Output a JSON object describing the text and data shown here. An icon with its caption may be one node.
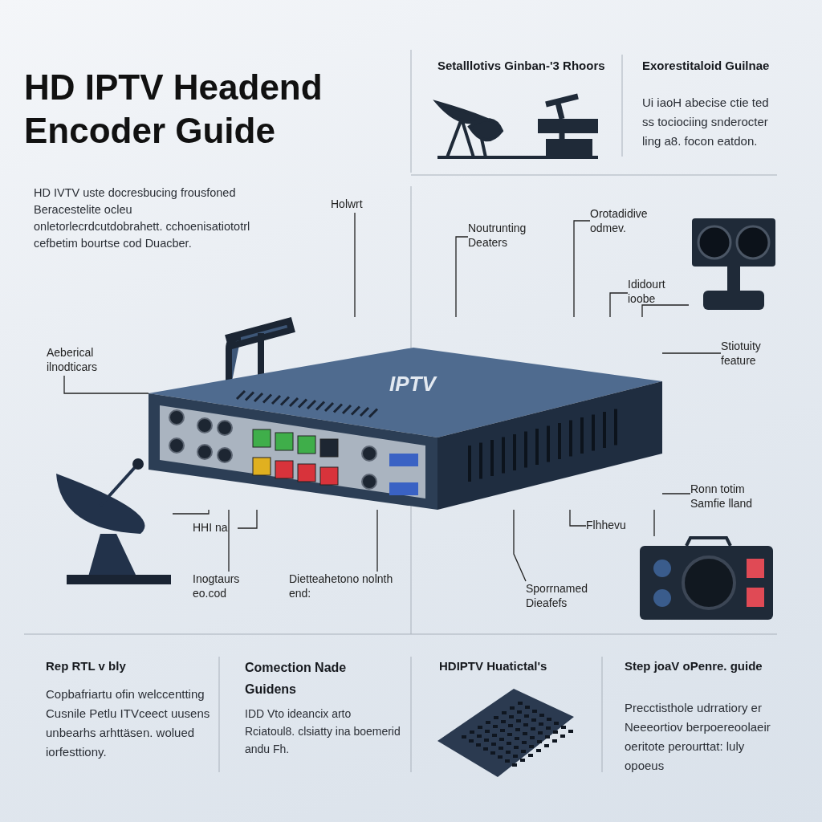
{
  "diagram": {
    "title": "HD IPTV Headend Encoder Guide",
    "nodes": [
      {
        "text": [
          "IPTV"
        ]
      },
      {
        "text": [
          "Holwrt"
        ]
      },
      {
        "text": [
          "Noutrunting Deaters"
        ]
      },
      {
        "text": [
          "Orotadidive odmev."
        ]
      },
      {
        "text": [
          "Ididourt ioobe"
        ]
      },
      {
        "text": [
          "Stiotuity feature"
        ]
      },
      {
        "text": [
          "Aeberical ilnodticars"
        ]
      },
      {
        "text": [
          "HHI na"
        ]
      },
      {
        "text": [
          "Flhhevu"
        ]
      },
      {
        "text": [
          "Ronn totim Samfie lland"
        ]
      },
      {
        "text": [
          "Inogtaurs eo.cod"
        ]
      },
      {
        "text": [
          "Dietteahetono nolnth end:"
        ]
      },
      {
        "text": [
          "Sporrnamed Dieafefs"
        ]
      },
      {
        "text": [],
        "shape": "picture"
      },
      {
        "text": [],
        "shape": "picture"
      },
      {
        "text": [],
        "shape": "picture"
      }
    ],
    "edges": [
      {
        "from": 1,
        "to": 0,
        "arrow": "none"
      },
      {
        "from": 2,
        "to": 0,
        "arrow": "none"
      },
      {
        "from": 3,
        "to": 0,
        "arrow": "none"
      },
      {
        "from": 4,
        "to": 0,
        "arrow": "none"
      },
      {
        "from": 13,
        "to": 0,
        "arrow": "none"
      },
      {
        "from": 5,
        "to": 0,
        "arrow": "none"
      },
      {
        "from": 6,
        "to": 0,
        "arrow": "none"
      },
      {
        "from": 7,
        "to": 0,
        "arrow": "none"
      },
      {
        "from": 14,
        "to": 0,
        "arrow": "none"
      },
      {
        "from": 10,
        "to": 0,
        "arrow": "none"
      },
      {
        "from": 11,
        "to": 0,
        "arrow": "none"
      },
      {
        "from": 12,
        "to": 0,
        "arrow": "none"
      },
      {
        "from": 8,
        "to": 0,
        "arrow": "none"
      },
      {
        "from": 9,
        "to": 0,
        "arrow": "none"
      },
      {
        "from": 0,
        "to": 15,
        "arrow": "none"
      }
    ],
    "labels": [
      "HD IVTV uste docresbucing frousfoned Beracestelite ocleu onletorlecrdcutdobrahett. cchoenisatiototrl cefbetim bourtse cod Duacber.",
      "Setalllotivs Ginban-'3 Rhoors",
      "Exorestitaloid Guilnae",
      "Ui iaoH abecise ctie ted ss tociociing snderocter ling a8. focon eatdon.",
      "Rep RTL v bly",
      "Copbafriartu ofin welccentting Cusnile Petlu ITVceect uusens unbearhs arhttäsen. wolued iorfesttiony.",
      "Comection Nade Guidens",
      "IDD Vto ideancix arto Rciatoul8. clsiatty ina boemerid andu Fh.",
      "HDIPTV Huatictal's",
      "Step joaV oPenre. guide",
      "Precctisthole udrratiory er Neeeortiov berpoereoolaeir oeritote perourttat: luly opoeus"
    ]
  }
}
